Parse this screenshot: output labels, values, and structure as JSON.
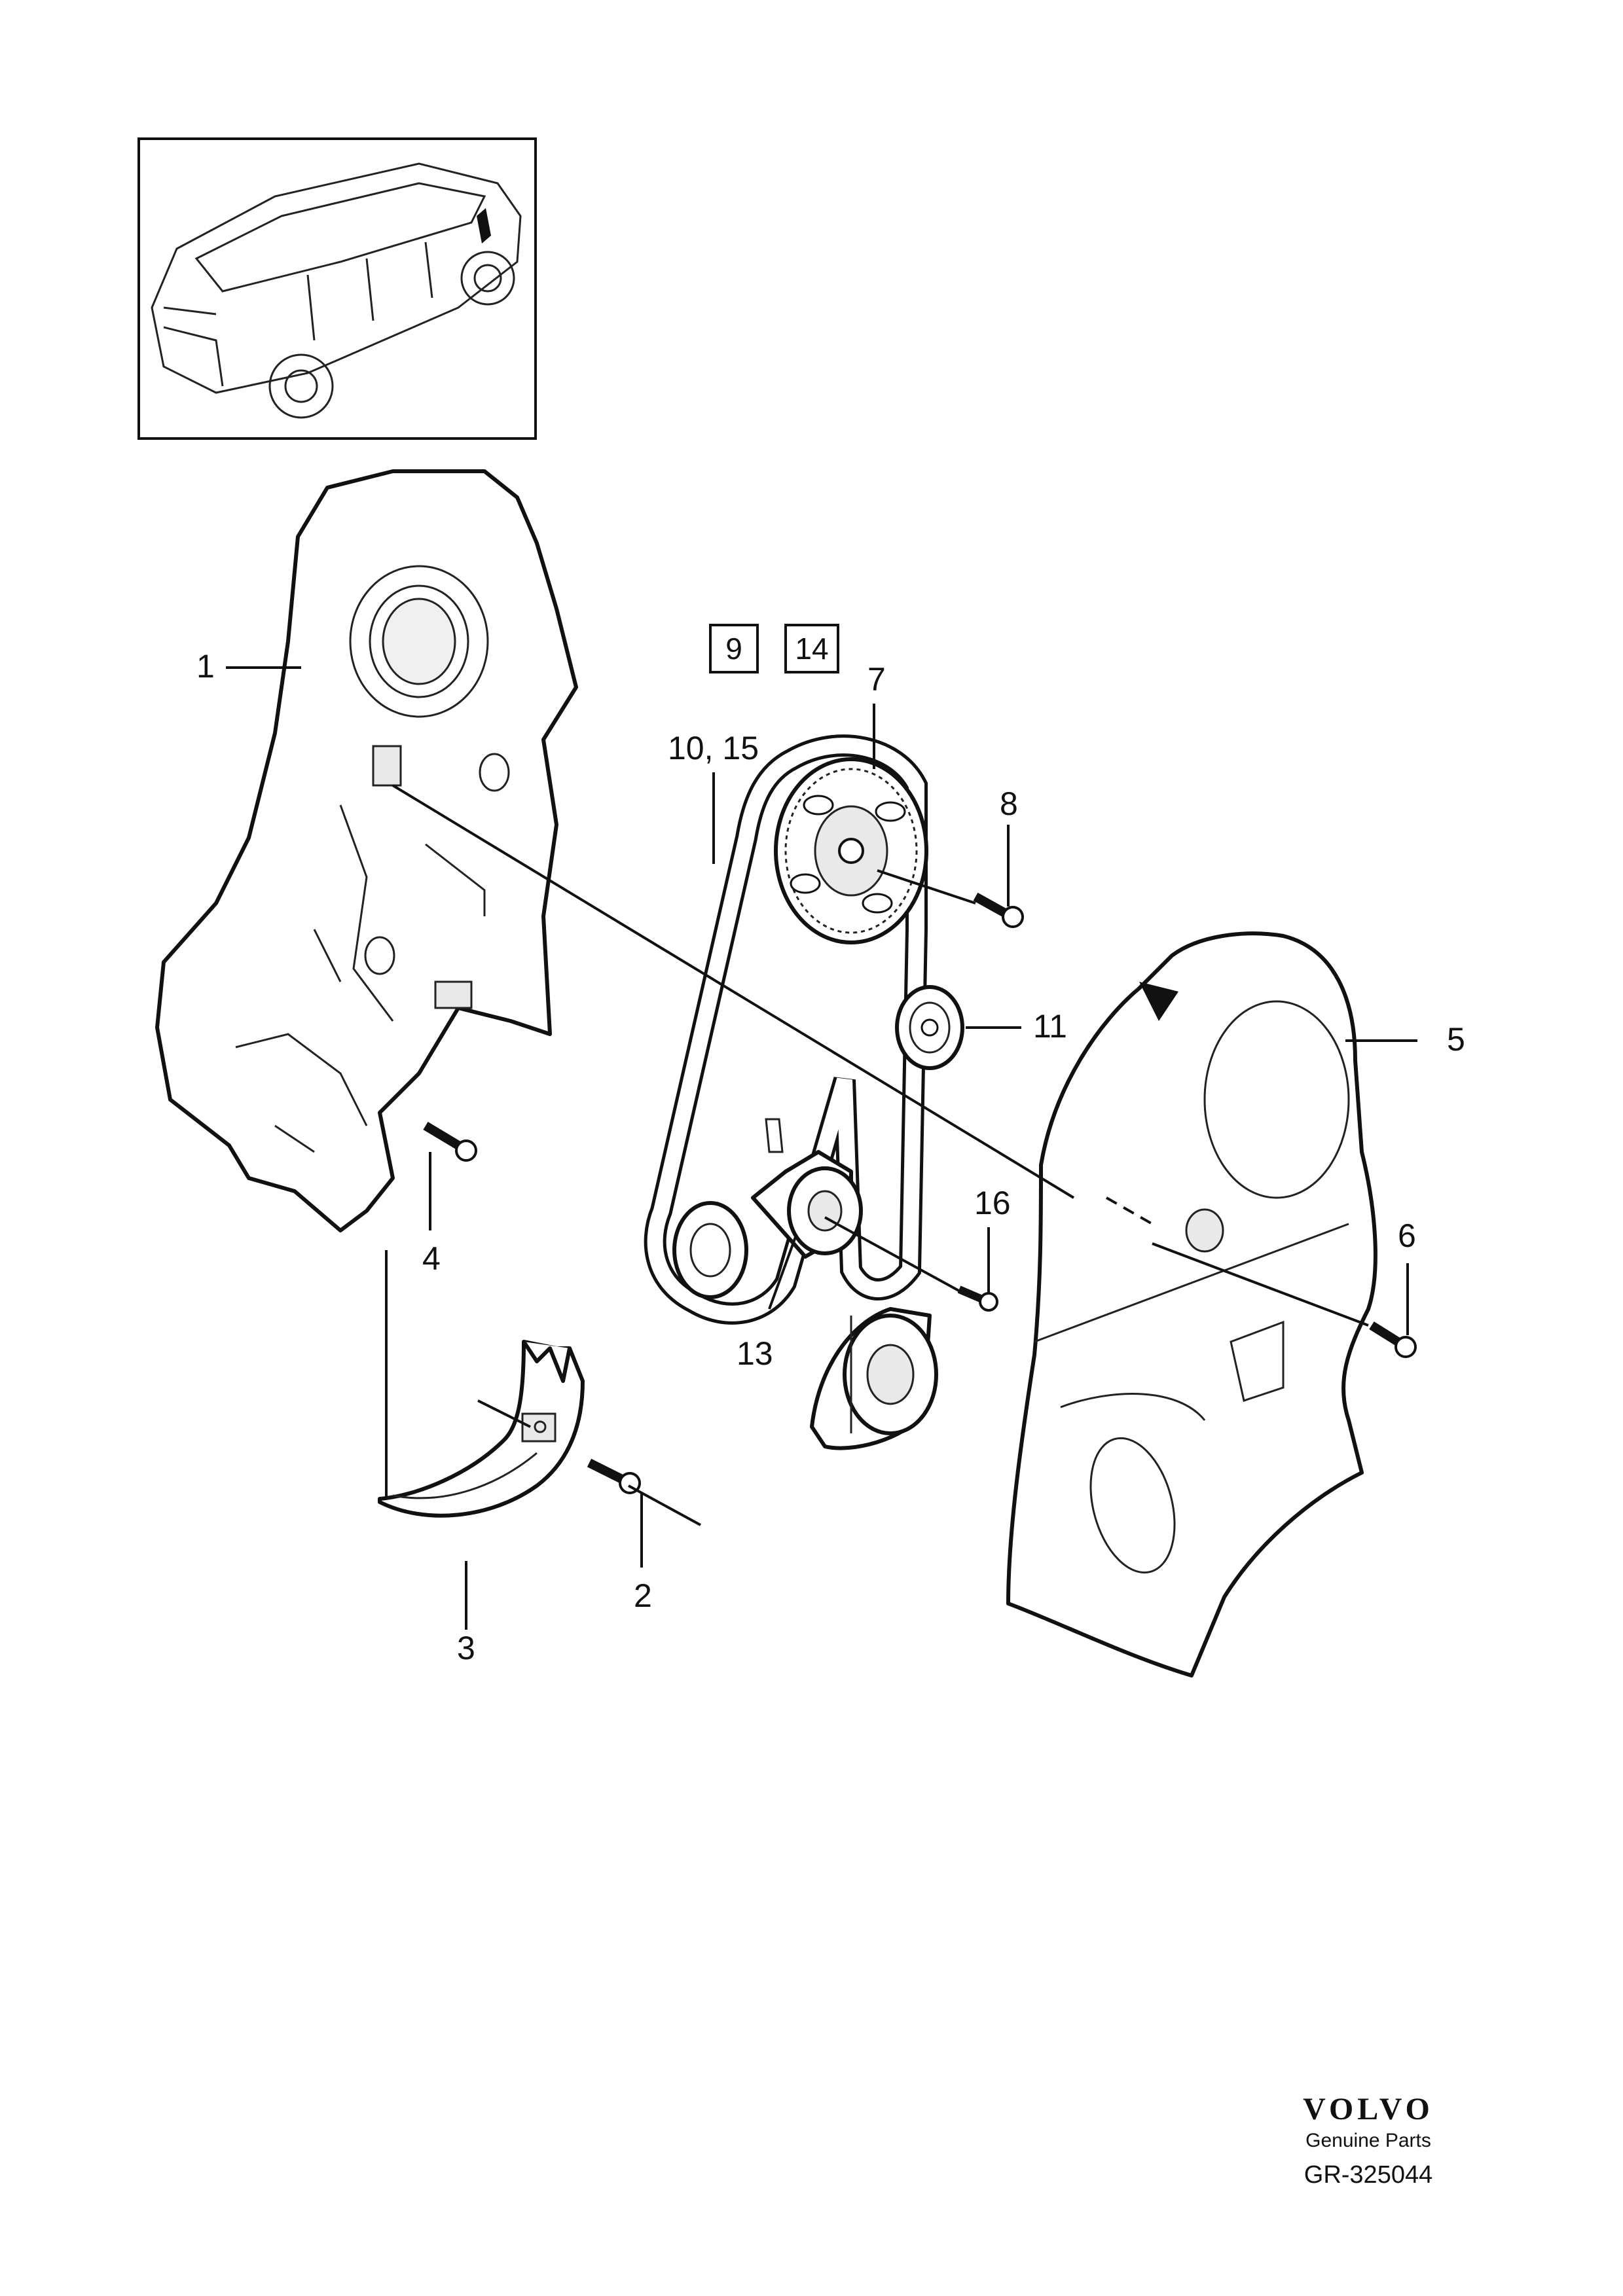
{
  "callouts": {
    "c1": "1",
    "c2": "2",
    "c3": "3",
    "c4": "4",
    "c5": "5",
    "c6": "6",
    "c7": "7",
    "c8": "8",
    "c10_15": "10, 15",
    "c11": "11",
    "c13": "13",
    "c16": "16"
  },
  "boxed_refs": {
    "r9": "9",
    "r14": "14"
  },
  "footer": {
    "brand": "VOLVO",
    "subtitle": "Genuine Parts",
    "reference": "GR-325044"
  }
}
